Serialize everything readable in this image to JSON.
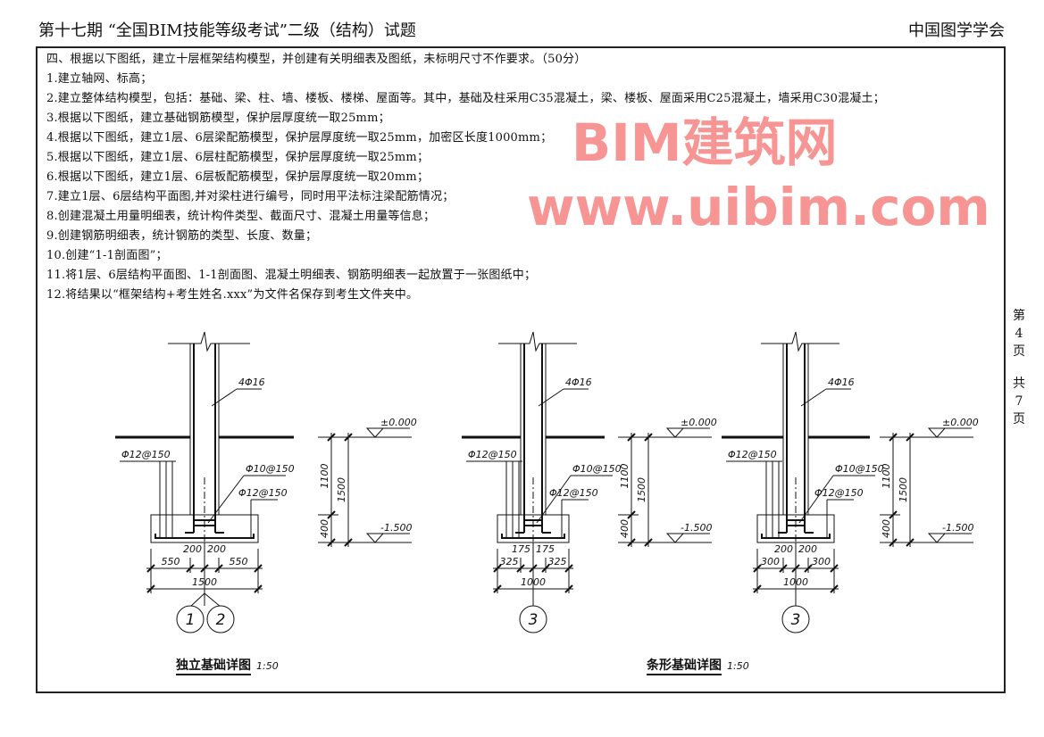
{
  "header": {
    "left": "第十七期 “全国BIM技能等级考试”二级（结构）试题",
    "right": "中国图学学会"
  },
  "requirements": [
    "四、根据以下图纸，建立十层框架结构模型，并创建有关明细表及图纸，未标明尺寸不作要求。（50分）",
    "1.建立轴网、标高；",
    "2.建立整体结构模型，包括：基础、梁、柱、墙、楼板、楼梯、屋面等。其中，基础及柱采用C35混凝土，梁、楼板、屋面采用C25混凝土，墙采用C30混凝土；",
    "3.根据以下图纸，建立基础钢筋模型，保护层厚度统一取25mm；",
    "4.根据以下图纸，建立1层、6层梁配筋模型，保护层厚度统一取25mm，加密区长度1000mm；",
    "5.根据以下图纸，建立1层、6层柱配筋模型，保护层厚度统一取25mm；",
    "6.根据以下图纸，建立1层、6层板配筋模型，保护层厚度统一取20mm；",
    "7.建立1层、6层结构平面图,并对梁柱进行编号，同时用平法标注梁配筋情况；",
    "8.创建混凝土用量明细表，统计构件类型、截面尺寸、混凝土用量等信息；",
    "9.创建钢筋明细表，统计钢筋的类型、长度、数量；",
    "10.创建“1-1剖面图”；",
    "11.将1层、6层结构平面图、1-1剖面图、混凝土明细表、钢筋明细表一起放置于一张图纸中；",
    "12.将结果以“框架结构+考生姓名.xxx”为文件名保存到考生文件夹中。"
  ],
  "page_indicator": [
    "第",
    "4",
    "页",
    "共",
    "7",
    "页"
  ],
  "details": [
    {
      "column_rebar": "4Φ16",
      "left_rebar": "Φ12@150",
      "stirrup": "Φ10@150",
      "right_rebar": "Φ12@150",
      "dims": [
        "550",
        "200",
        "200",
        "550"
      ],
      "total": "1500",
      "axes": [
        "1",
        "2"
      ],
      "elev_top": "±0.000",
      "elev_bottom": "-1.500",
      "h1": "1100",
      "h2": "400",
      "h_total": "1500"
    },
    {
      "column_rebar": "4Φ16",
      "left_rebar": "Φ12@150",
      "stirrup": "Φ10@150",
      "right_rebar": "Φ12@150",
      "dims": [
        "325",
        "175",
        "175",
        "325"
      ],
      "total": "1000",
      "axes": [
        "3"
      ],
      "elev_top": "±0.000",
      "elev_bottom": "-1.500",
      "h1": "1100",
      "h2": "400",
      "h_total": "1500"
    },
    {
      "column_rebar": "4Φ16",
      "left_rebar": "Φ12@150",
      "stirrup": "Φ10@150",
      "right_rebar": "Φ12@150",
      "dims": [
        "300",
        "200",
        "200",
        "300"
      ],
      "total": "1000",
      "axes": [
        "3"
      ],
      "elev_top": "±0.000",
      "elev_bottom": "-1.500",
      "h1": "1100",
      "h2": "400",
      "h_total": "1500"
    }
  ],
  "captions": [
    {
      "title": "独立基础详图",
      "scale": "1:50"
    },
    {
      "title": "条形基础详图",
      "scale": "1:50"
    }
  ],
  "watermark": {
    "line1": "BIM建筑网",
    "line2": "www.uibim.com",
    "color": "#f03c3c"
  }
}
